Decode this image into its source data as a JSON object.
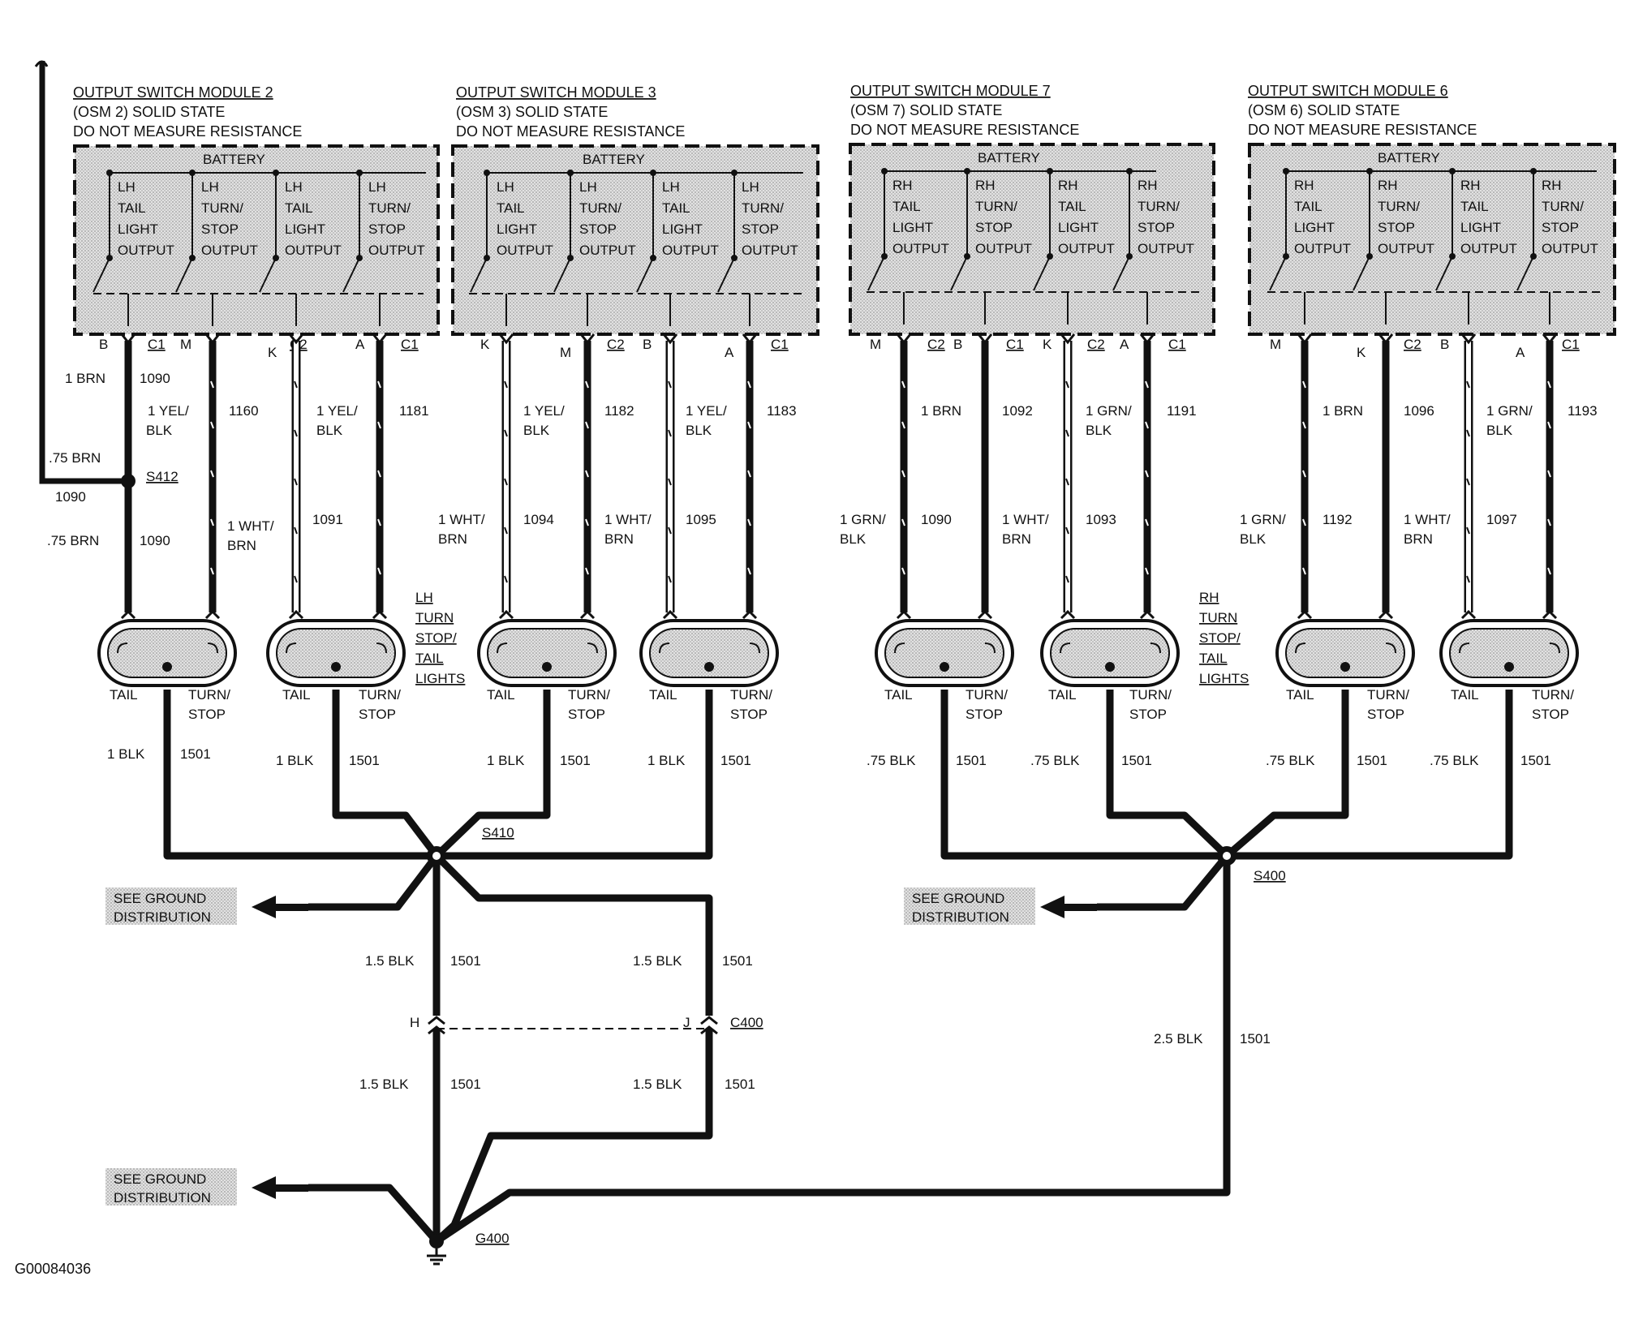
{
  "colors": {
    "ink": "#111111",
    "module_fill": "#d3d3d3",
    "background": "#ffffff"
  },
  "modules": [
    {
      "title": "OUTPUT SWITCH MODULE 2",
      "line2": "(OSM 2) SOLID STATE",
      "line3": "DO NOT MEASURE RESISTANCE",
      "battery": "BATTERY",
      "outputs": [
        [
          "LH",
          "TAIL",
          "LIGHT",
          "OUTPUT"
        ],
        [
          "LH",
          "TURN/",
          "STOP",
          "OUTPUT"
        ],
        [
          "LH",
          "TAIL",
          "LIGHT",
          "OUTPUT"
        ],
        [
          "LH",
          "TURN/",
          "STOP",
          "OUTPUT"
        ]
      ],
      "pins": [
        "B",
        "M",
        "K",
        "A"
      ],
      "connectors": [
        "C1",
        "",
        "C2",
        "C1"
      ]
    },
    {
      "title": "OUTPUT SWITCH MODULE 3",
      "line2": "(OSM 3) SOLID STATE",
      "line3": "DO NOT MEASURE RESISTANCE",
      "battery": "BATTERY",
      "outputs": [
        [
          "LH",
          "TAIL",
          "LIGHT",
          "OUTPUT"
        ],
        [
          "LH",
          "TURN/",
          "STOP",
          "OUTPUT"
        ],
        [
          "LH",
          "TAIL",
          "LIGHT",
          "OUTPUT"
        ],
        [
          "LH",
          "TURN/",
          "STOP",
          "OUTPUT"
        ]
      ],
      "pins": [
        "K",
        "M",
        "B",
        "A"
      ],
      "connectors": [
        "",
        "C2",
        "",
        "C1"
      ]
    },
    {
      "title": "OUTPUT SWITCH MODULE 7",
      "line2": "(OSM 7) SOLID STATE",
      "line3": "DO NOT MEASURE RESISTANCE",
      "battery": "BATTERY",
      "outputs": [
        [
          "RH",
          "TAIL",
          "LIGHT",
          "OUTPUT"
        ],
        [
          "RH",
          "TURN/",
          "STOP",
          "OUTPUT"
        ],
        [
          "RH",
          "TAIL",
          "LIGHT",
          "OUTPUT"
        ],
        [
          "RH",
          "TURN/",
          "STOP",
          "OUTPUT"
        ]
      ],
      "pins": [
        "M",
        "B",
        "K",
        "A"
      ],
      "connectors": [
        "C2",
        "C1",
        "C2",
        "C1"
      ]
    },
    {
      "title": "OUTPUT SWITCH MODULE 6",
      "line2": "(OSM 6) SOLID STATE",
      "line3": "DO NOT MEASURE RESISTANCE",
      "battery": "BATTERY",
      "outputs": [
        [
          "RH",
          "TAIL",
          "LIGHT",
          "OUTPUT"
        ],
        [
          "RH",
          "TURN/",
          "STOP",
          "OUTPUT"
        ],
        [
          "RH",
          "TAIL",
          "LIGHT",
          "OUTPUT"
        ],
        [
          "RH",
          "TURN/",
          "STOP",
          "OUTPUT"
        ]
      ],
      "pins": [
        "M",
        "K",
        "B",
        "A"
      ],
      "connectors": [
        "",
        "C2",
        "",
        "C1"
      ]
    }
  ],
  "wire_labels": {
    "w1": {
      "color": "1 BRN",
      "circuit": "1090"
    },
    "w2": {
      "color1": "1 YEL/",
      "color2": "BLK",
      "circuit": "1160"
    },
    "w3": {
      "color1": "1 YEL/",
      "color2": "BLK",
      "circuit": "1181"
    },
    "w4": {
      "color1": "1 YEL/",
      "color2": "BLK",
      "circuit": "1182"
    },
    "w5": {
      "color1": "1 YEL/",
      "color2": "BLK",
      "circuit": "1183"
    },
    "w6": {
      "color": "1 BRN",
      "circuit": "1092"
    },
    "w7": {
      "color1": "1 GRN/",
      "color2": "BLK",
      "circuit": "1191"
    },
    "w8": {
      "color": "1 BRN",
      "circuit": "1096"
    },
    "w9": {
      "color1": "1 GRN/",
      "color2": "BLK",
      "circuit": "1193"
    },
    "s412_left": ".75 BRN",
    "s412_bottom": "1090",
    "s412_lower_color": ".75 BRN",
    "s412_lower_circuit": "1090",
    "l1": {
      "color1": "1 WHT/",
      "color2": "BRN",
      "circuit": "1091"
    },
    "l2": {
      "color1": "1 WHT/",
      "color2": "BRN",
      "circuit": "1094"
    },
    "l3": {
      "color1": "1 WHT/",
      "color2": "BRN",
      "circuit": "1095"
    },
    "l4": {
      "color1": "1 GRN/",
      "color2": "BLK",
      "circuit": "1090"
    },
    "l5": {
      "color1": "1 WHT/",
      "color2": "BRN",
      "circuit": "1093"
    },
    "l6": {
      "color1": "1 GRN/",
      "color2": "BLK",
      "circuit": "1192"
    },
    "l7": {
      "color1": "1 WHT/",
      "color2": "BRN",
      "circuit": "1097"
    }
  },
  "splices": {
    "s412": "S412",
    "s410": "S410",
    "s400": "S400",
    "c400": "C400",
    "g400": "G400",
    "c400_pin_h": "H",
    "c400_pin_j": "J"
  },
  "lamp_groups": {
    "lh": [
      "LH",
      "TURN",
      "STOP/",
      "TAIL",
      "LIGHTS"
    ],
    "rh": [
      "RH",
      "TURN",
      "STOP/",
      "TAIL",
      "LIGHTS"
    ]
  },
  "bulb_terms": {
    "tail": "TAIL",
    "turn1": "TURN/",
    "turn2": "STOP"
  },
  "ground_wires": {
    "lh_bulbs": [
      {
        "color": "1 BLK",
        "circuit": "1501"
      },
      {
        "color": "1 BLK",
        "circuit": "1501"
      },
      {
        "color": "1 BLK",
        "circuit": "1501"
      },
      {
        "color": "1 BLK",
        "circuit": "1501"
      }
    ],
    "rh_bulbs": [
      {
        "color": ".75 BLK",
        "circuit": "1501"
      },
      {
        "color": ".75 BLK",
        "circuit": "1501"
      },
      {
        "color": ".75 BLK",
        "circuit": "1501"
      },
      {
        "color": ".75 BLK",
        "circuit": "1501"
      }
    ],
    "c400_upper_left": {
      "color": "1.5 BLK",
      "circuit": "1501"
    },
    "c400_upper_right": {
      "color": "1.5 BLK",
      "circuit": "1501"
    },
    "c400_lower_left": {
      "color": "1.5 BLK",
      "circuit": "1501"
    },
    "c400_lower_right": {
      "color": "1.5 BLK",
      "circuit": "1501"
    },
    "s400_down": {
      "color": "2.5 BLK",
      "circuit": "1501"
    }
  },
  "see_ground": {
    "line1": "SEE GROUND",
    "line2": "DISTRIBUTION"
  },
  "figure_id": "G00084036"
}
